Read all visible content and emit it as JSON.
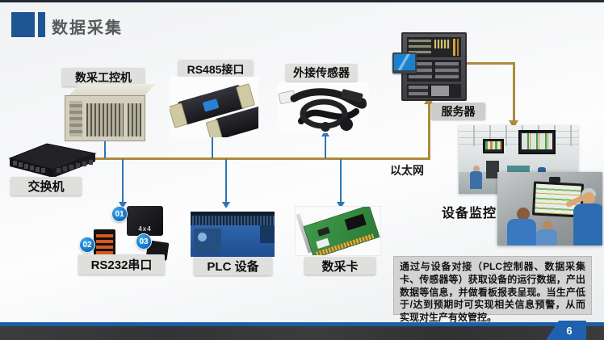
{
  "slide": {
    "title": "数据采集",
    "page_number": "6"
  },
  "colors": {
    "title_accent": "#1d5693",
    "ethernet_line": "#ad8a3c",
    "connector_blue": "#2e75b6",
    "footer_bar": "#37383b",
    "page_badge": "#1f61ae",
    "label_bg": "#dfdfdd"
  },
  "diagram": {
    "ethernet_label": "以太网",
    "nodes": {
      "industrial_pc": {
        "label": "数采工控机"
      },
      "rs485_interface": {
        "label": "RS485接口"
      },
      "external_sensors": {
        "label": "外接传感器"
      },
      "server": {
        "label": "服务器"
      },
      "switch": {
        "label": "交换机"
      },
      "rs232_serial": {
        "label": "RS232串口",
        "device_text": "4x4",
        "badges": [
          "01",
          "02",
          "03"
        ]
      },
      "plc_device": {
        "label": "PLC 设备"
      },
      "daq_card": {
        "label": "数采卡"
      },
      "device_monitoring": {
        "label": "设备监控"
      }
    }
  },
  "description": {
    "text": "通过与设备对接（PLC控制器、数据采集卡、传感器等）获取设备的运行数据，产出数据等信息，并做看板报表呈现。当生产低于/达到预期时可实现相关信息预警，从而实现对生产有效管控。"
  }
}
